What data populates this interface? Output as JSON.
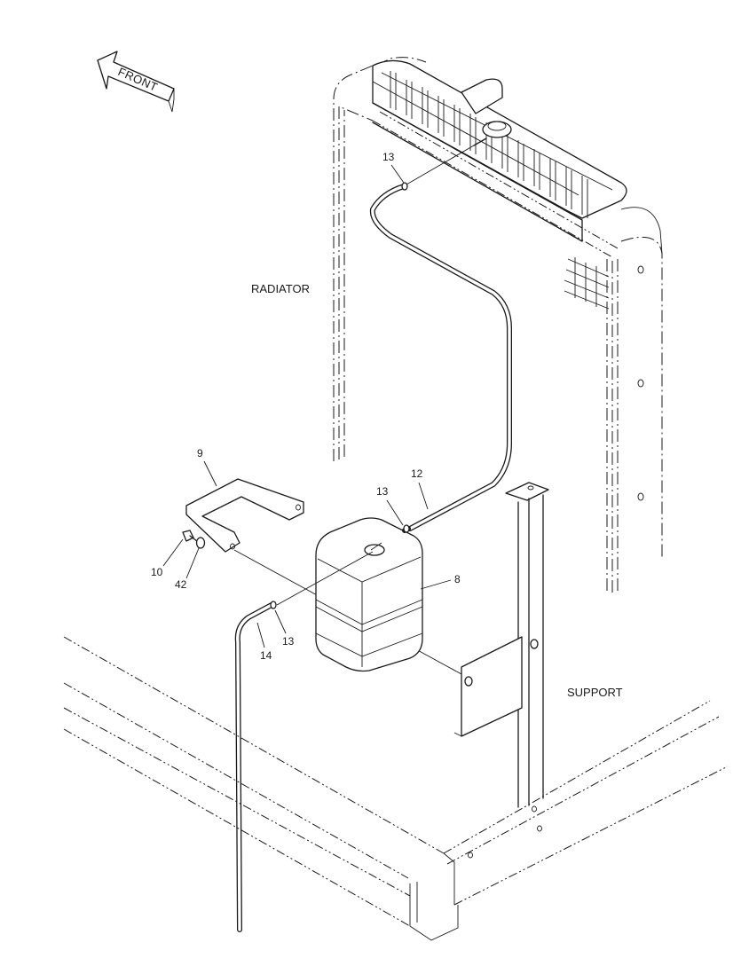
{
  "labels": {
    "front": "FRONT",
    "radiator": "RADIATOR",
    "support": "SUPPORT"
  },
  "callouts": [
    {
      "id": "c13a",
      "text": "13"
    },
    {
      "id": "c12",
      "text": "12"
    },
    {
      "id": "c13b",
      "text": "13"
    },
    {
      "id": "c9",
      "text": "9"
    },
    {
      "id": "c10",
      "text": "10"
    },
    {
      "id": "c42",
      "text": "42"
    },
    {
      "id": "c8",
      "text": "8"
    },
    {
      "id": "c13c",
      "text": "13"
    },
    {
      "id": "c14",
      "text": "14"
    }
  ]
}
